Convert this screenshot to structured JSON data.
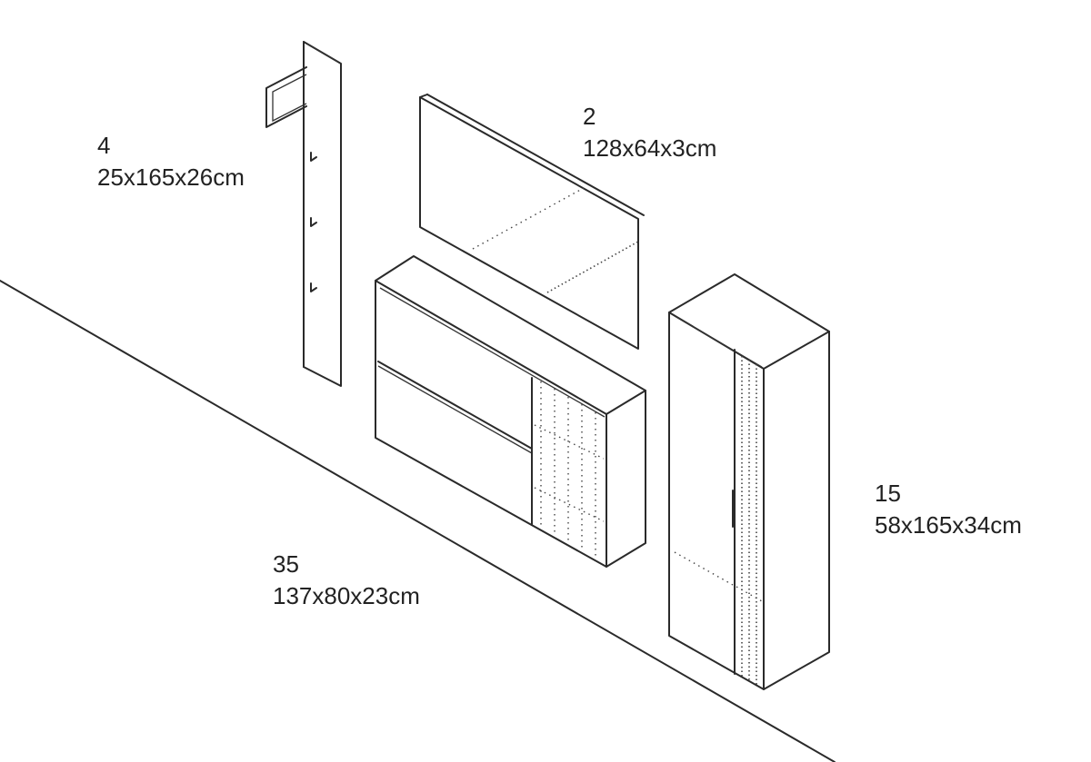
{
  "items": [
    {
      "id": "coat-rack",
      "code": "4",
      "dims": "25x165x26cm"
    },
    {
      "id": "mirror",
      "code": "2",
      "dims": "128x64x3cm"
    },
    {
      "id": "shoe-cabinet",
      "code": "35",
      "dims": "137x80x23cm"
    },
    {
      "id": "tall-cabinet",
      "code": "15",
      "dims": "58x165x34cm"
    }
  ],
  "colors": {
    "line": "#2a2a2a",
    "text": "#222222",
    "background": "#ffffff"
  }
}
